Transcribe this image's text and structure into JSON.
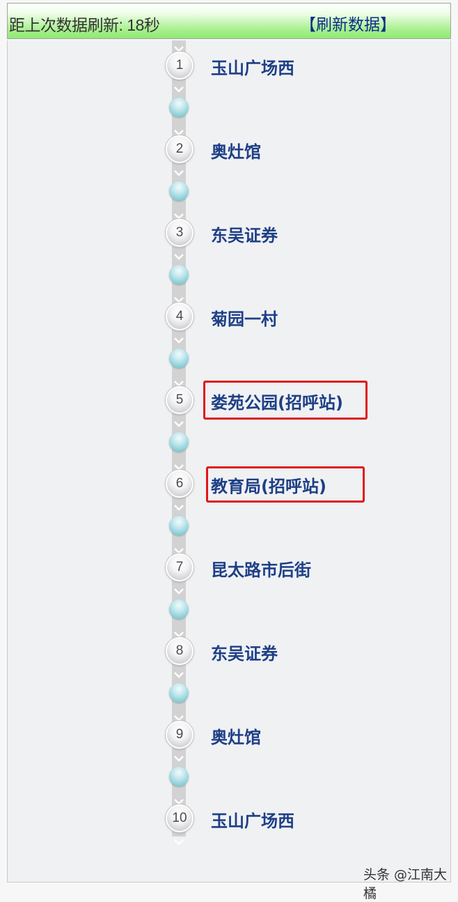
{
  "header": {
    "elapsed_label": "距上次数据刷新: 18秒",
    "refresh_button": "【刷新数据】",
    "gradient_color": "#8fe874"
  },
  "route": {
    "stops": [
      {
        "number": "1",
        "name": "玉山广场西",
        "highlighted": false
      },
      {
        "number": "2",
        "name": "奥灶馆",
        "highlighted": false
      },
      {
        "number": "3",
        "name": "东吴证券",
        "highlighted": false
      },
      {
        "number": "4",
        "name": "菊园一村",
        "highlighted": false
      },
      {
        "number": "5",
        "name": "娄苑公园(招呼站)",
        "highlighted": true
      },
      {
        "number": "6",
        "name": "教育局(招呼站)",
        "highlighted": true
      },
      {
        "number": "7",
        "name": "昆太路市后街",
        "highlighted": false
      },
      {
        "number": "8",
        "name": "东吴证券",
        "highlighted": false
      },
      {
        "number": "9",
        "name": "奥灶馆",
        "highlighted": false
      },
      {
        "number": "10",
        "name": "玉山广场西",
        "highlighted": false
      }
    ],
    "text_color": "#1d3f86",
    "highlight_color": "#e0161b",
    "bus_dot_color": "#86cdd6"
  },
  "watermark": "头条 @江南大橘"
}
